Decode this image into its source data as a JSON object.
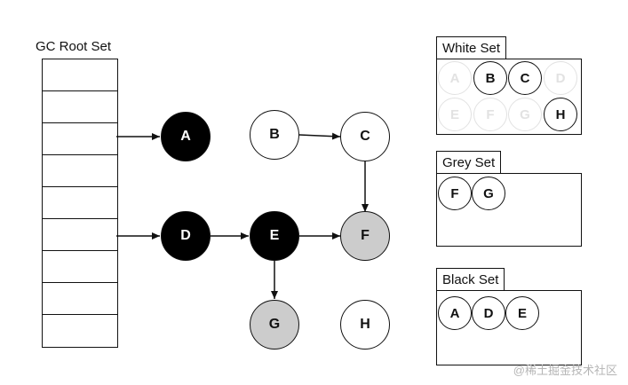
{
  "gc_root_set": {
    "title": "GC Root Set",
    "slot_count": 9
  },
  "nodes": {
    "A": {
      "label": "A",
      "color": "black"
    },
    "B": {
      "label": "B",
      "color": "white"
    },
    "C": {
      "label": "C",
      "color": "white"
    },
    "D": {
      "label": "D",
      "color": "black"
    },
    "E": {
      "label": "E",
      "color": "black"
    },
    "F": {
      "label": "F",
      "color": "grey"
    },
    "G": {
      "label": "G",
      "color": "grey"
    },
    "H": {
      "label": "H",
      "color": "white"
    }
  },
  "edges": [
    {
      "from": "root-slot-3",
      "to": "A"
    },
    {
      "from": "root-slot-6",
      "to": "D"
    },
    {
      "from": "B",
      "to": "C"
    },
    {
      "from": "C",
      "to": "F"
    },
    {
      "from": "D",
      "to": "E"
    },
    {
      "from": "E",
      "to": "F"
    },
    {
      "from": "E",
      "to": "G"
    }
  ],
  "sets": {
    "white": {
      "title": "White Set",
      "items": [
        {
          "label": "A",
          "faded": true
        },
        {
          "label": "B",
          "faded": false
        },
        {
          "label": "C",
          "faded": false
        },
        {
          "label": "D",
          "faded": true
        },
        {
          "label": "E",
          "faded": true
        },
        {
          "label": "F",
          "faded": true
        },
        {
          "label": "G",
          "faded": true
        },
        {
          "label": "H",
          "faded": false
        }
      ]
    },
    "grey": {
      "title": "Grey Set",
      "items": [
        "F",
        "G"
      ]
    },
    "black": {
      "title": "Black Set",
      "items": [
        "A",
        "D",
        "E"
      ]
    }
  },
  "colors": {
    "black": "#000000",
    "grey": "#cccccc",
    "white": "#ffffff",
    "faded": "#e2e2e2"
  },
  "watermark": "@稀土掘金技术社区"
}
